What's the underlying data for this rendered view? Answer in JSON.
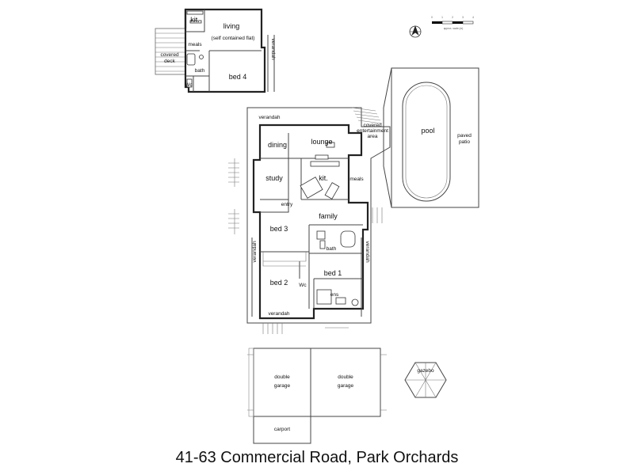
{
  "caption": "41-63 Commercial Road, Park Orchards",
  "scale": {
    "ticks": [
      "0",
      "1",
      "2",
      "3",
      "4"
    ],
    "label": "approx. scale (m)"
  },
  "flat": {
    "kit": "kit.",
    "living": "living",
    "living_sub": "(self contained flat)",
    "meals": "meals",
    "bed4": "bed 4",
    "bath": "bath",
    "wc": "Wc",
    "covered_deck": "covered",
    "covered_deck_2": "deck",
    "verandah": "verandah"
  },
  "house": {
    "verandah_top": "verandah",
    "dining": "dining",
    "lounge": "lounge",
    "covered_ent_1": "covered",
    "covered_ent_2": "entertainment",
    "covered_ent_3": "area",
    "study": "study",
    "kit": "kit.",
    "meals": "meals",
    "entry": "entry",
    "family": "family",
    "bed3": "bed 3",
    "bath": "bath",
    "verandah_left": "verandah",
    "verandah_right": "verandah",
    "bed2": "bed 2",
    "bed1": "bed 1",
    "wc": "Wc",
    "ens": "ens",
    "verandah_bottom": "verandah"
  },
  "pool": {
    "pool": "pool",
    "paved_1": "paved",
    "paved_2": "patio"
  },
  "garage": {
    "double_garage_1a": "double",
    "double_garage_1b": "garage",
    "double_garage_2a": "double",
    "double_garage_2b": "garage",
    "carport": "carport"
  },
  "gazebo": "gazebo"
}
